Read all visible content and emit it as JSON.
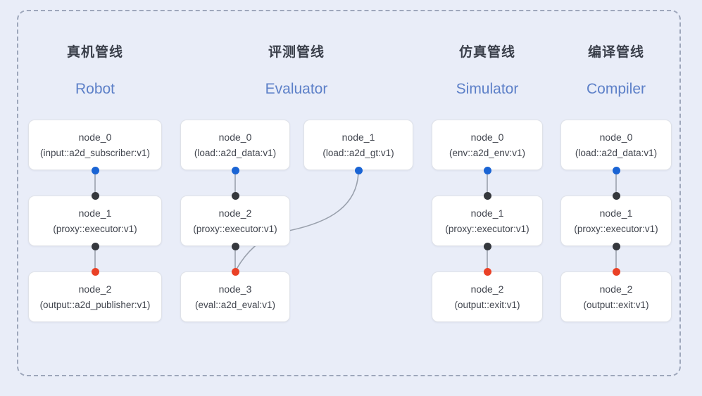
{
  "canvas": {
    "background_color": "#e9edf8",
    "frame_border_color": "#9ea7bb"
  },
  "palette": {
    "output_port": "#1a64d4",
    "relay_port": "#35383d",
    "input_port": "#ea4126",
    "edge": "#9aa1ad",
    "heading_cn": "#3a3f4a",
    "heading_en": "#5d80c8",
    "node_text": "#41454e",
    "node_bg": "#ffffff",
    "node_border": "#dfe2e8"
  },
  "columns": [
    {
      "id": "robot",
      "title_cn": "真机管线",
      "title_en": "Robot",
      "nodes": [
        {
          "id": "node_0",
          "spec": "(input::a2d_subscriber:v1)"
        },
        {
          "id": "node_1",
          "spec": "(proxy::executor:v1)"
        },
        {
          "id": "node_2",
          "spec": "(output::a2d_publisher:v1)"
        }
      ]
    },
    {
      "id": "evaluator",
      "title_cn": "评测管线",
      "title_en": "Evaluator",
      "nodes": [
        {
          "id": "node_0",
          "spec": "(load::a2d_data:v1)"
        },
        {
          "id": "node_1",
          "spec": "(load::a2d_gt:v1)"
        },
        {
          "id": "node_2",
          "spec": "(proxy::executor:v1)"
        },
        {
          "id": "node_3",
          "spec": "(eval::a2d_eval:v1)"
        }
      ]
    },
    {
      "id": "simulator",
      "title_cn": "仿真管线",
      "title_en": "Simulator",
      "nodes": [
        {
          "id": "node_0",
          "spec": "(env::a2d_env:v1)"
        },
        {
          "id": "node_1",
          "spec": "(proxy::executor:v1)"
        },
        {
          "id": "node_2",
          "spec": "(output::exit:v1)"
        }
      ]
    },
    {
      "id": "compiler",
      "title_cn": "编译管线",
      "title_en": "Compiler",
      "nodes": [
        {
          "id": "node_0",
          "spec": "(load::a2d_data:v1)"
        },
        {
          "id": "node_1",
          "spec": "(proxy::executor:v1)"
        },
        {
          "id": "node_2",
          "spec": "(output::exit:v1)"
        }
      ]
    }
  ]
}
